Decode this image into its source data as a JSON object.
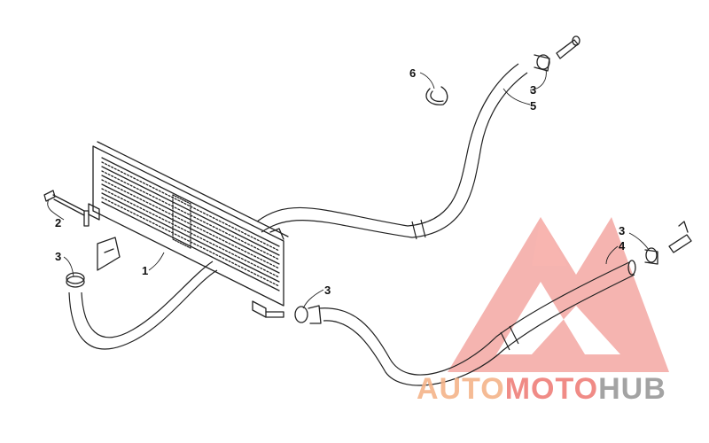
{
  "callouts": {
    "c1": "1",
    "c2": "2",
    "c3a": "3",
    "c3b": "3",
    "c3c": "3",
    "c3d": "3",
    "c4": "4",
    "c5": "5",
    "c6": "6"
  },
  "watermark": {
    "part1": "AUTO",
    "part2": "MOTO",
    "part3": "HUB",
    "color_orange": "#f5b48a",
    "color_red": "#ef7f7a",
    "color_gray": "#9a9a9a"
  }
}
